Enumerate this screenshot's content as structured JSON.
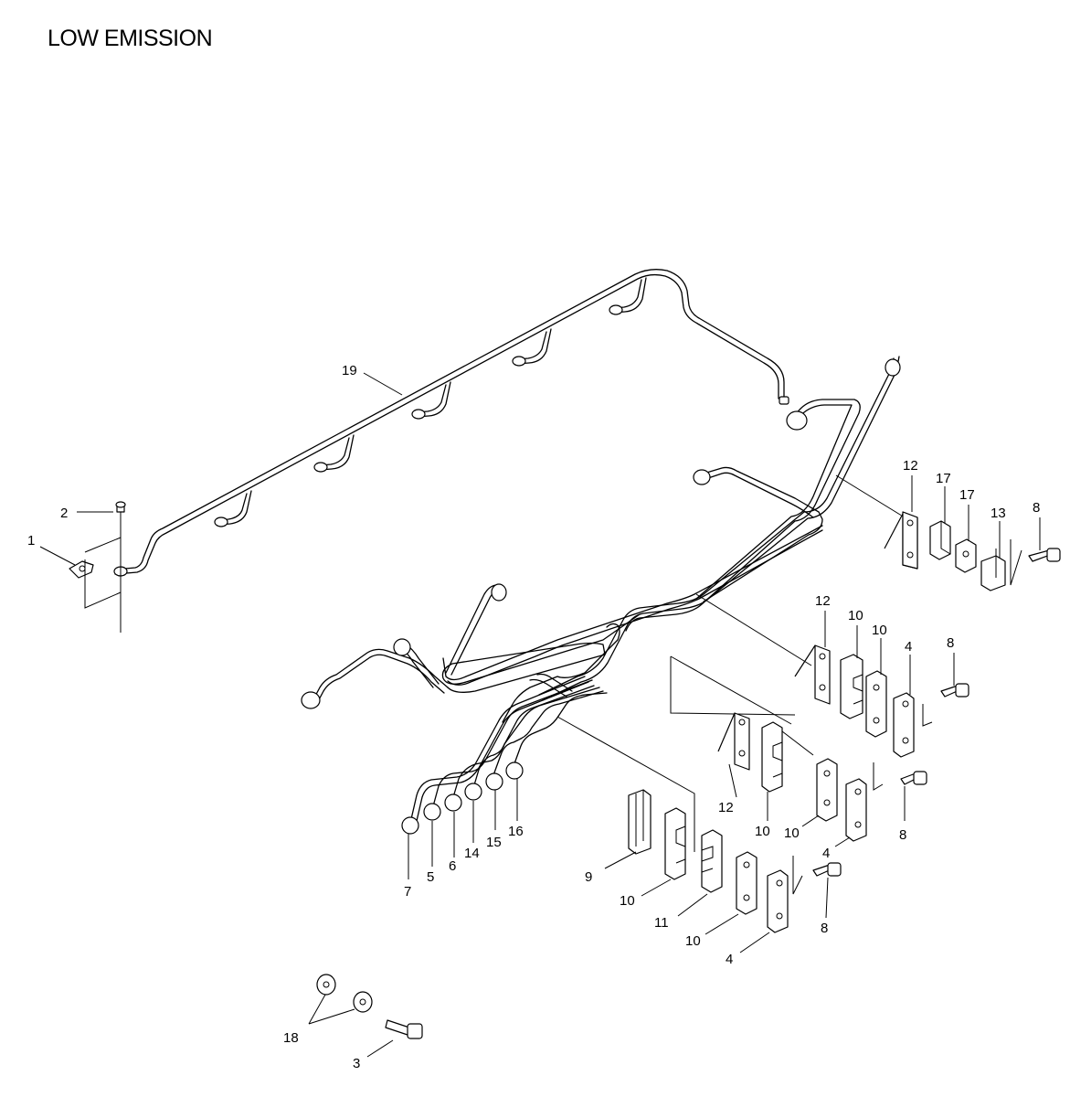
{
  "title": "LOW EMISSION",
  "callouts": {
    "c1": "1",
    "c2": "2",
    "c3": "3",
    "c19": "19",
    "c12a": "12",
    "c17a": "17",
    "c17b": "17",
    "c13": "13",
    "c8a": "8",
    "c12b": "12",
    "c10a": "10",
    "c10b": "10",
    "c4a": "4",
    "c8b": "8",
    "c12c": "12",
    "c10c": "10",
    "c10d": "10",
    "c4b": "4",
    "c8c": "8",
    "c9": "9",
    "c10e": "10",
    "c11": "11",
    "c10f": "10",
    "c4c": "4",
    "c8d": "8",
    "c7": "7",
    "c5": "5",
    "c6": "6",
    "c14": "14",
    "c15": "15",
    "c16": "16",
    "c18": "18"
  }
}
